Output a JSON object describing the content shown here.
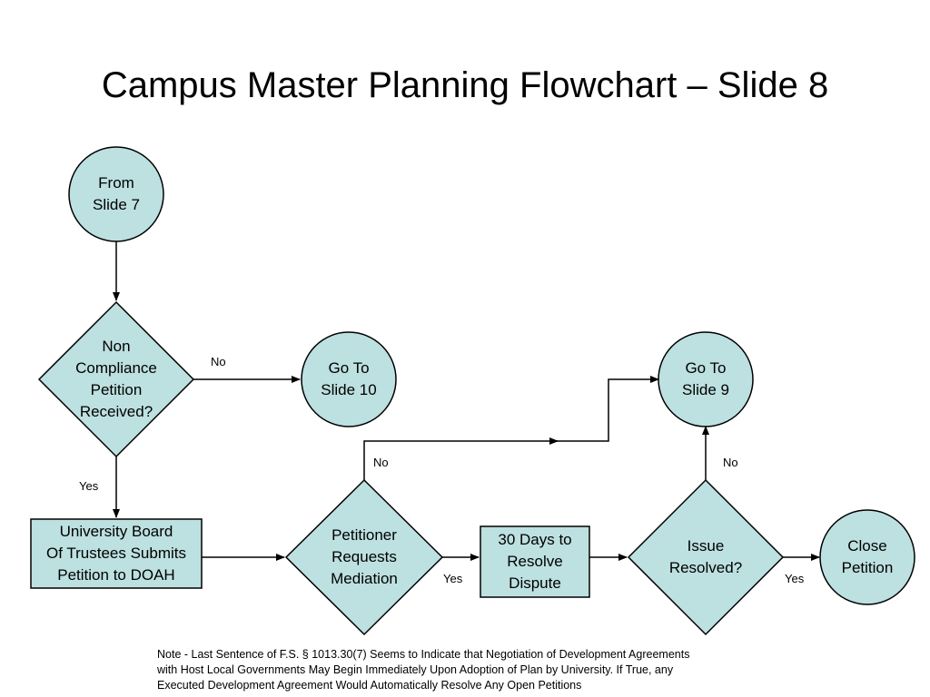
{
  "title": "Campus Master Planning Flowchart – Slide 8",
  "colors": {
    "node_fill": "#bde0e0",
    "stroke": "#000000"
  },
  "nodes": {
    "from_slide_7": "From\nSlide 7",
    "non_compliance": "Non\nCompliance\nPetition\nReceived?",
    "go_to_slide_10": "Go To\nSlide 10",
    "university_board": "University Board\nOf Trustees Submits\nPetition to DOAH",
    "petitioner_mediation": "Petitioner\nRequests\nMediation",
    "thirty_days": "30 Days to\nResolve\nDispute",
    "issue_resolved": "Issue\nResolved?",
    "go_to_slide_9": "Go To\nSlide 9",
    "close_petition": "Close\nPetition"
  },
  "edge_labels": {
    "no_1": "No",
    "yes_1": "Yes",
    "no_2": "No",
    "yes_2": "Yes",
    "no_3": "No",
    "yes_3": "Yes"
  },
  "note": "Note - Last Sentence of F.S. § 1013.30(7) Seems to Indicate that Negotiation of Development Agreements\nwith Host Local Governments May Begin Immediately Upon Adoption of Plan by University. If True, any\nExecuted Development Agreement Would Automatically Resolve Any Open Petitions"
}
